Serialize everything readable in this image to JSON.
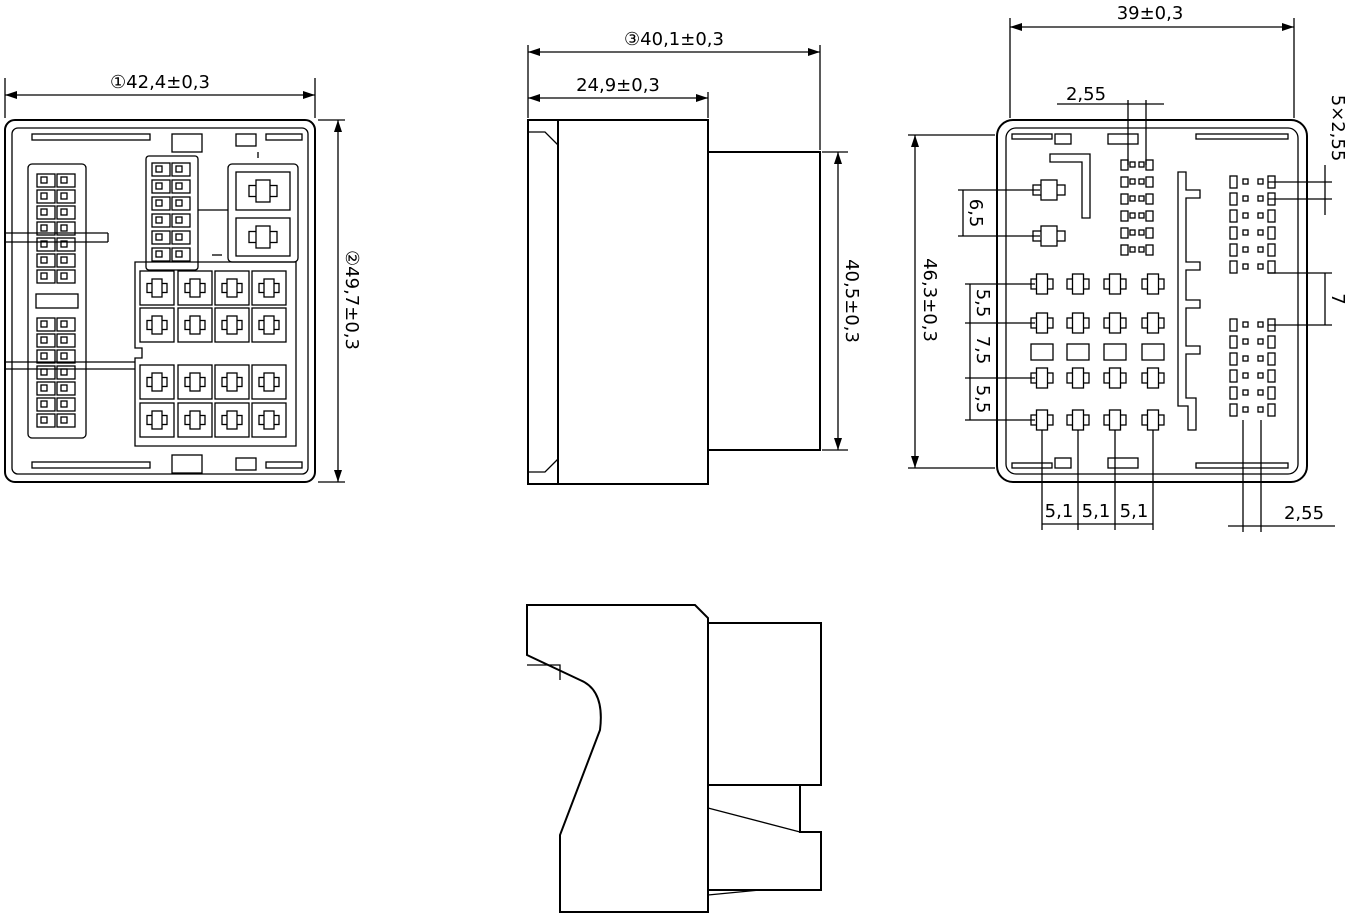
{
  "dimensions": {
    "front_width": "①42,4±0,3",
    "front_height": "②49,7±0,3",
    "side_length": "③40,1±0,3",
    "side_body": "24,9±0,3",
    "side_height": "40,5±0,3",
    "rear_width": "39±0,3",
    "rear_height": "46,3±0,3",
    "pitch_top": "2,55",
    "pitch_right_multi": "5×2,55",
    "spacing_6_5": "6,5",
    "spacing_7": "7",
    "spacing_5_5_a": "5,5",
    "spacing_7_5": "7,5",
    "spacing_5_5_b": "5,5",
    "pitch_5_1_a": "5,1",
    "pitch_5_1_b": "5,1",
    "pitch_5_1_c": "5,1",
    "pitch_bottom": "2,55"
  },
  "line_color": "#000000",
  "background_color": "#ffffff"
}
